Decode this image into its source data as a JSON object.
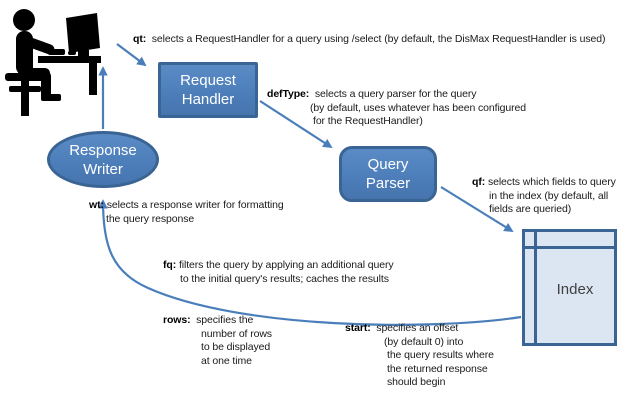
{
  "nodes": {
    "request_handler": {
      "line1": "Request",
      "line2": "Handler"
    },
    "query_parser": {
      "line1": "Query",
      "line2": "Parser"
    },
    "response_writer": {
      "line1": "Response",
      "line2": "Writer"
    },
    "index": {
      "label": "Index"
    }
  },
  "annotations": {
    "qt": {
      "param": "qt:",
      "lines": [
        "selects a RequestHandler for a query using /select (by default, the DisMax RequestHandler is used)"
      ]
    },
    "defType": {
      "param": "defType:",
      "lines": [
        "selects a query parser for the query",
        "(by default, uses whatever has been configured",
        "for the RequestHandler)"
      ]
    },
    "qf": {
      "param": "qf:",
      "lines": [
        "selects which fields to query",
        "in the index (by default, all",
        "fields are queried)"
      ]
    },
    "wt": {
      "param": "wt:",
      "lines": [
        "selects a response writer for formatting",
        "the query response"
      ]
    },
    "fq": {
      "param": "fq:",
      "lines": [
        "filters the query by applying an additional query",
        "to the initial query's results; caches the results"
      ]
    },
    "rows": {
      "param": "rows:",
      "lines": [
        "specifies the",
        "number of rows",
        "to be displayed",
        "at one time"
      ]
    },
    "start": {
      "param": "start:",
      "lines": [
        "specifies an offset",
        "(by default 0) into",
        "the query results where",
        "the returned response",
        "should begin"
      ]
    }
  },
  "icons": {
    "user": "user-at-computer-icon"
  },
  "colors": {
    "node_fill": "#4f81bd",
    "node_border": "#3a6494",
    "index_fill": "#dce6f2",
    "arrow": "#4a7ebb",
    "annotation_text": "#1a1a1a",
    "node_text": "#ffffff"
  }
}
